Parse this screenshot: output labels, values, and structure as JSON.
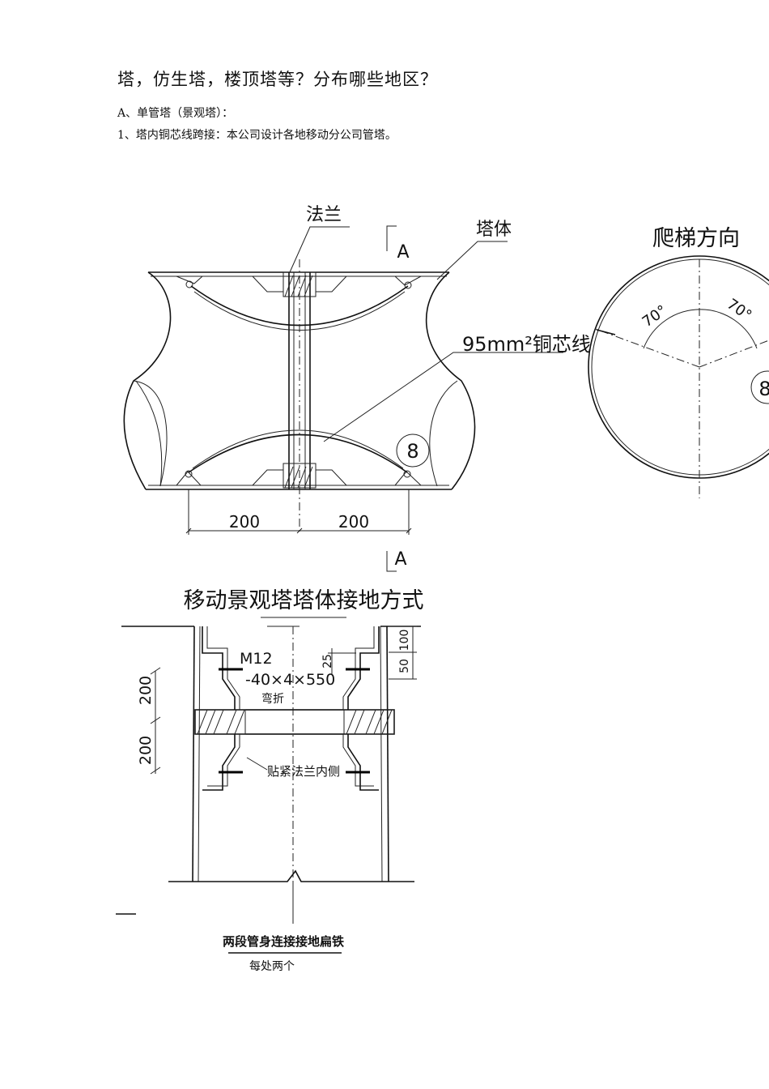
{
  "text": {
    "heading": "塔，仿生塔，楼顶塔等？分布哪些地区？",
    "line1": "A、单管塔（景观塔）：",
    "line2": "1、塔内铜芯线跨接：本公司设计各地移动分公司管塔。"
  },
  "drawing1": {
    "flange_label": "法兰",
    "tower_body_label": "塔体",
    "section_mark_top": "A",
    "section_mark_bottom": "A",
    "wire_label": "95mm²铜芯线",
    "callout": "8",
    "dim_left": "200",
    "dim_right": "200",
    "caption": "移动景观塔塔体接地方式"
  },
  "drawing2": {
    "title": "爬梯方向",
    "angle_left": "70°",
    "angle_right": "70°",
    "callout": "8"
  },
  "drawing3": {
    "bolt_label": "M12",
    "flat_steel_label": "-40×4×550",
    "bend_label": "弯折",
    "inner_label": "贴紧法兰内侧",
    "dim_upper": "200",
    "dim_lower": "200",
    "dim_100": "100",
    "dim_50": "50",
    "dim_25": "25",
    "caption": "两段管身连接接地扁铁",
    "sub_caption": "每处两个"
  }
}
